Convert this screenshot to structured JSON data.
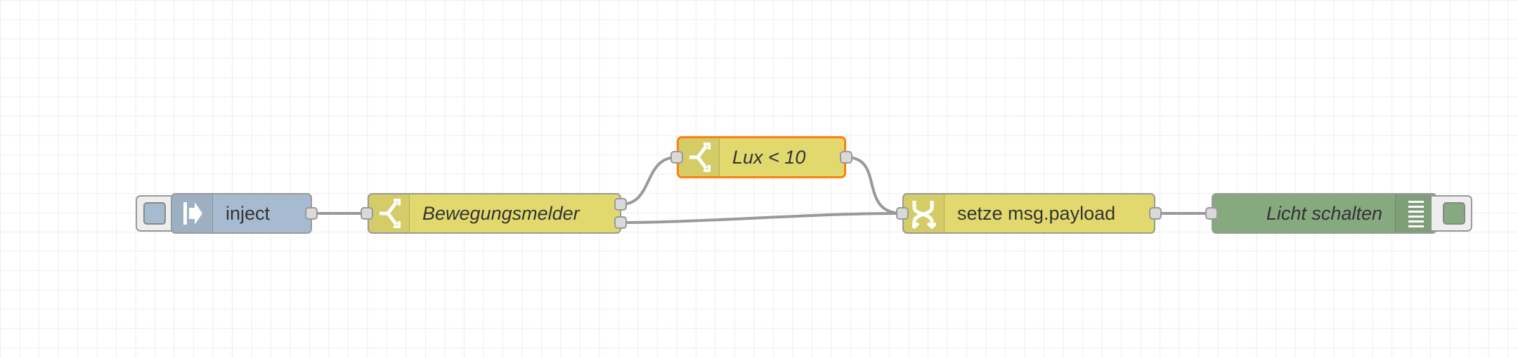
{
  "canvas": {
    "grid_color": "#eeeeee",
    "background": "#ffffff",
    "wire_color": "#999999"
  },
  "nodes": [
    {
      "id": "inject",
      "type": "inject",
      "label": "inject",
      "italic": false,
      "color": "#a6bbcf",
      "icon": "inject-arrow-icon",
      "selected": false
    },
    {
      "id": "bewegung",
      "type": "switch",
      "label": "Bewegungsmelder",
      "italic": true,
      "color": "#e2d96e",
      "icon": "switch-icon",
      "selected": false
    },
    {
      "id": "lux",
      "type": "switch",
      "label": "Lux < 10",
      "italic": true,
      "color": "#e2d96e",
      "icon": "switch-icon",
      "selected": true
    },
    {
      "id": "setze",
      "type": "change",
      "label": "setze msg.payload",
      "italic": false,
      "color": "#e2d96e",
      "icon": "change-shuffle-icon",
      "selected": false
    },
    {
      "id": "licht",
      "type": "service",
      "label": "Licht schalten",
      "italic": true,
      "color": "#87a980",
      "icon": "list-icon",
      "selected": false
    }
  ],
  "selection_color": "#ff7f0e"
}
